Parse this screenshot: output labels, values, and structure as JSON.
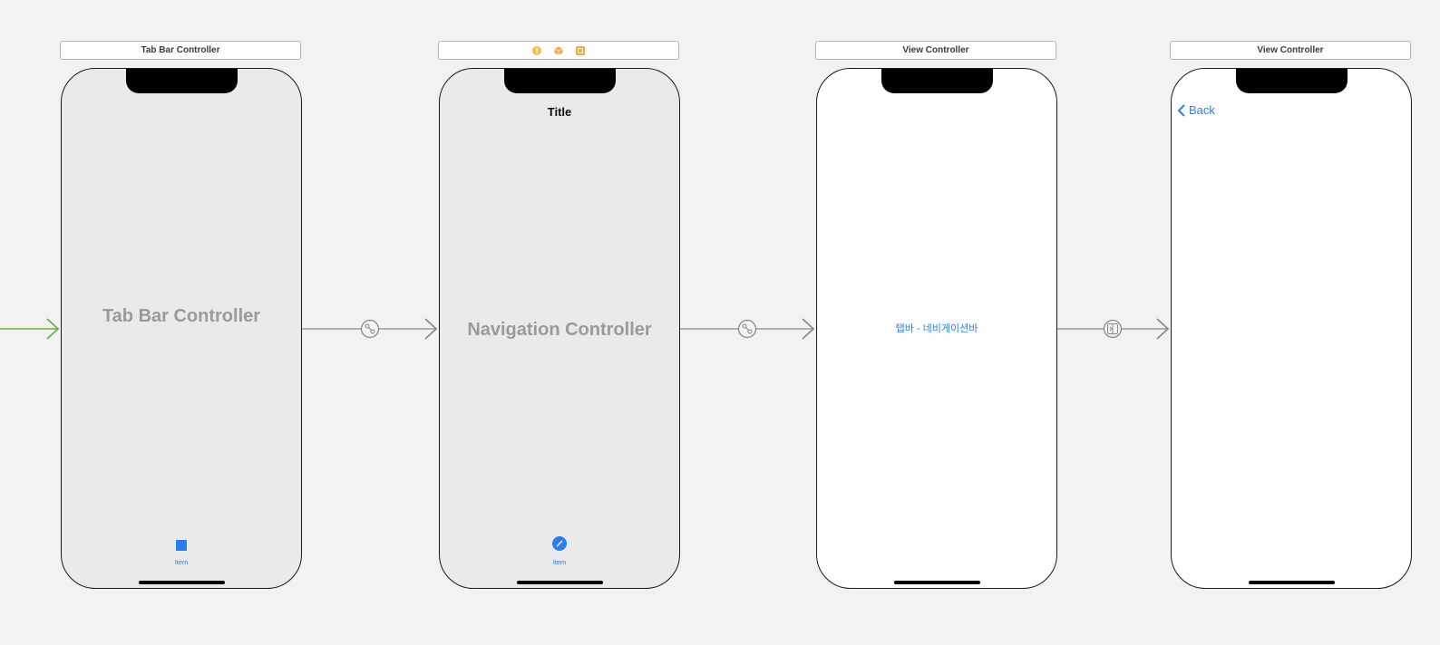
{
  "scenes": [
    {
      "title": "Tab Bar Controller",
      "center_label": "Tab Bar Controller",
      "tab_item_label": "Item"
    },
    {
      "title_icons": [
        "first-responder-icon",
        "object-icon",
        "exit-icon"
      ],
      "nav_title": "Title",
      "center_label": "Navigation Controller",
      "tab_item_label": "Item"
    },
    {
      "title": "View Controller",
      "content_label": "탭바 - 네비게이션바"
    },
    {
      "title": "View Controller",
      "back_label": "Back"
    }
  ],
  "segues": [
    {
      "type": "entry-point",
      "color": "#6ab04c"
    },
    {
      "type": "relationship",
      "color": "#8a8a8a"
    },
    {
      "type": "relationship",
      "color": "#8a8a8a"
    },
    {
      "type": "show",
      "color": "#8a8a8a"
    }
  ],
  "colors": {
    "canvas": "#f2f2f2",
    "accent": "#2a7ef0",
    "dock_icon_yellow": "#f5c242",
    "dock_icon_orange": "#f0a94a"
  }
}
